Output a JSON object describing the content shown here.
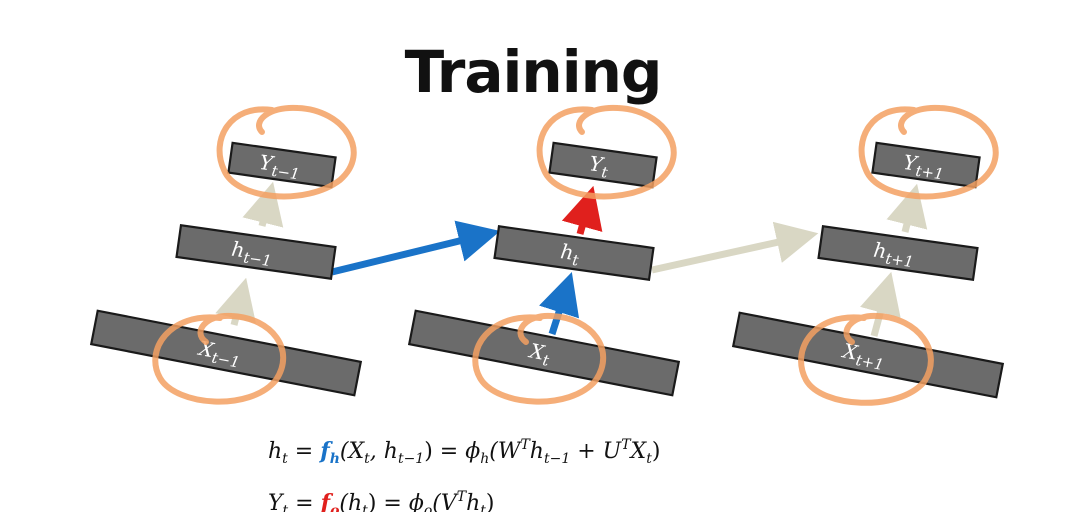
{
  "title": "Training",
  "colors": {
    "node_fill": "#6b6b6b",
    "node_border": "#1a1a1a",
    "recurrent_arrow_active": "#1a73c8",
    "input_arrow_active": "#1a73c8",
    "output_arrow_active": "#e0201d",
    "inactive_arrow": "#d9d7c4",
    "highlight_scribble": "#f3a062",
    "f_h": "#1a73c8",
    "f_o": "#e0201d"
  },
  "diagram": {
    "columns": [
      {
        "output": {
          "var": "Y",
          "sub": "t−1"
        },
        "hidden": {
          "var": "h",
          "sub": "t−1"
        },
        "input": {
          "var": "X",
          "sub": "t−1"
        },
        "highlighted": [
          "output",
          "input"
        ]
      },
      {
        "output": {
          "var": "Y",
          "sub": "t"
        },
        "hidden": {
          "var": "h",
          "sub": "t"
        },
        "input": {
          "var": "X",
          "sub": "t"
        },
        "highlighted": [
          "output",
          "input"
        ]
      },
      {
        "output": {
          "var": "Y",
          "sub": "t+1"
        },
        "hidden": {
          "var": "h",
          "sub": "t+1"
        },
        "input": {
          "var": "X",
          "sub": "t+1"
        },
        "highlighted": [
          "output",
          "input"
        ]
      }
    ],
    "arrows": [
      {
        "from": "input-0",
        "to": "hidden-0",
        "state": "inactive"
      },
      {
        "from": "hidden-0",
        "to": "output-0",
        "state": "inactive"
      },
      {
        "from": "hidden-0",
        "to": "hidden-1",
        "state": "active-blue"
      },
      {
        "from": "input-1",
        "to": "hidden-1",
        "state": "active-blue"
      },
      {
        "from": "hidden-1",
        "to": "output-1",
        "state": "active-red"
      },
      {
        "from": "hidden-1",
        "to": "hidden-2",
        "state": "inactive"
      },
      {
        "from": "input-2",
        "to": "hidden-2",
        "state": "inactive"
      },
      {
        "from": "hidden-2",
        "to": "output-2",
        "state": "inactive"
      }
    ]
  },
  "equations": {
    "line1": {
      "lhs_var": "h",
      "lhs_sub": "t",
      "eq": " = ",
      "f_var": "f",
      "f_sub": "h",
      "args": "(X",
      "args_sub1": "t",
      "args_mid": ", h",
      "args_sub2": "t−1",
      "args_close": ")",
      "eq2": " = ",
      "phi": "ϕ",
      "phi_sub": "h",
      "open": "(W",
      "sup1": "T",
      "h2": "h",
      "h2_sub": "t−1",
      "plus": " + U",
      "sup2": "T",
      "x2": "X",
      "x2_sub": "t",
      "close": ")"
    },
    "line2": {
      "lhs_var": "Y",
      "lhs_sub": "t",
      "eq": " = ",
      "f_var": "f",
      "f_sub": "o",
      "args": "(h",
      "args_sub": "t",
      "args_close": ")",
      "eq2": " = ",
      "phi": "ϕ",
      "phi_sub": "o",
      "open": "(V",
      "sup": "T",
      "h2": "h",
      "h2_sub": "t",
      "close": ")"
    }
  }
}
